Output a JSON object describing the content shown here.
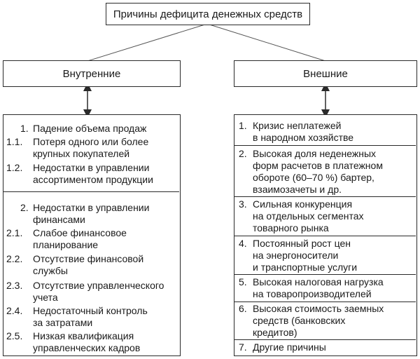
{
  "root": {
    "title": "Причины дефицита денежных средств"
  },
  "internal": {
    "title": "Внутренние",
    "items": [
      {
        "num": "1.",
        "text": "Падение объема продаж"
      },
      {
        "num": "1.1.",
        "text": "Потеря одного или более\nкрупных покупателей"
      },
      {
        "num": "1.2.",
        "text": "Недостатки в управлении\nассортиментом продукции"
      },
      {
        "num": "2.",
        "text": "Недостатки в управлении\nфинансами"
      },
      {
        "num": "2.1.",
        "text": "Слабое финансовое\nпланирование"
      },
      {
        "num": "2.2.",
        "text": "Отсутствие финансовой\nслужбы"
      },
      {
        "num": "2.3.",
        "text": "Отсутствие управленческого\nучета"
      },
      {
        "num": "2.4.",
        "text": "Недостаточный контроль\nза затратами"
      },
      {
        "num": "2.5.",
        "text": "Низкая квалификация\nуправленческих кадров"
      }
    ]
  },
  "external": {
    "title": "Внешние",
    "items": [
      {
        "num": "1.",
        "text": "Кризис неплатежей\nв народном хозяйстве"
      },
      {
        "num": "2.",
        "text": "Высокая доля неденежных\nформ расчетов в платежном\nобороте (60–70 %)  бартер,\nвзаимозачеты и др."
      },
      {
        "num": "3.",
        "text": "Сильная конкуренция\nна отдельных сегментах\nтоварного рынка"
      },
      {
        "num": "4.",
        "text": "Постоянный рост цен\nна энергоносители\nи транспортные услуги"
      },
      {
        "num": "5.",
        "text": "Высокая налоговая нагрузка\nна товаропроизводителей"
      },
      {
        "num": "6.",
        "text": "Высокая стоимость заемных\nсредств (банковских\nкредитов)"
      },
      {
        "num": "7.",
        "text": "Другие причины"
      }
    ]
  }
}
